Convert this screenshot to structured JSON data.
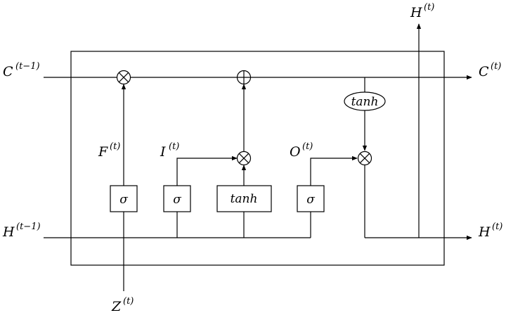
{
  "inputs": {
    "c_prev": {
      "base": "C",
      "sup": "(t−1)"
    },
    "h_prev": {
      "base": "H",
      "sup": "(t−1)"
    },
    "z": {
      "base": "Z",
      "sup": "(t)"
    }
  },
  "outputs": {
    "c_out": {
      "base": "C",
      "sup": "(t)"
    },
    "h_out_right": {
      "base": "H",
      "sup": "(t)"
    },
    "h_out_top": {
      "base": "H",
      "sup": "(t)"
    }
  },
  "gates": {
    "forget": {
      "base": "F",
      "sup": "(t)"
    },
    "input": {
      "base": "I",
      "sup": "(t)"
    },
    "output": {
      "base": "O",
      "sup": "(t)"
    }
  },
  "blocks": {
    "sigma_forget": "σ",
    "sigma_input": "σ",
    "tanh_candidate": "tanh",
    "sigma_output": "σ",
    "tanh_cell": "tanh"
  },
  "operators": {
    "multiply_symbol": "⊗",
    "add_symbol": "⊕"
  }
}
